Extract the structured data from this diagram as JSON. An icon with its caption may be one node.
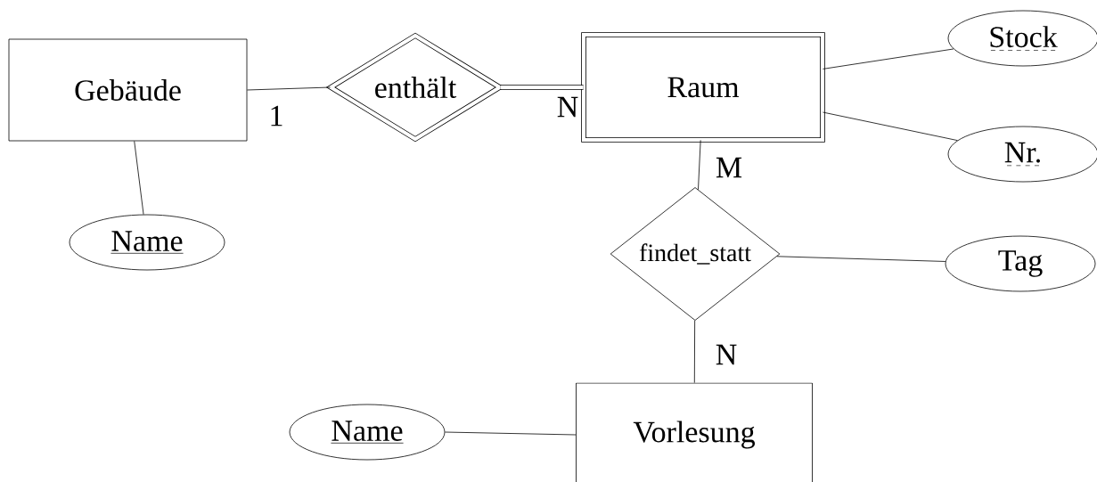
{
  "diagram": {
    "nodes": [
      {
        "text": [
          "Gebäude"
        ]
      },
      {
        "text": [
          "enthält"
        ]
      },
      {
        "text": [
          "Raum"
        ]
      },
      {
        "text": [
          "Stock"
        ]
      },
      {
        "text": [
          "Nr."
        ]
      },
      {
        "text": [
          "Name"
        ]
      },
      {
        "text": [
          "findet_statt"
        ]
      },
      {
        "text": [
          "Tag"
        ]
      },
      {
        "text": [
          "Name"
        ]
      },
      {
        "text": [
          "Vorlesung"
        ]
      }
    ],
    "edges": [
      {
        "from": 0,
        "to": 1,
        "arrow": "none",
        "label": "1"
      },
      {
        "from": 1,
        "to": 2,
        "arrow": "none",
        "label": "N",
        "style": "thick"
      },
      {
        "from": 2,
        "to": 6,
        "arrow": "none",
        "label": "M"
      },
      {
        "from": 6,
        "to": 9,
        "arrow": "none",
        "label": "N"
      },
      {
        "from": 2,
        "to": 3,
        "arrow": "none"
      },
      {
        "from": 2,
        "to": 4,
        "arrow": "none"
      },
      {
        "from": 5,
        "to": 0,
        "arrow": "none"
      },
      {
        "from": 6,
        "to": 7,
        "arrow": "none"
      },
      {
        "from": 8,
        "to": 9,
        "arrow": "none"
      }
    ]
  }
}
